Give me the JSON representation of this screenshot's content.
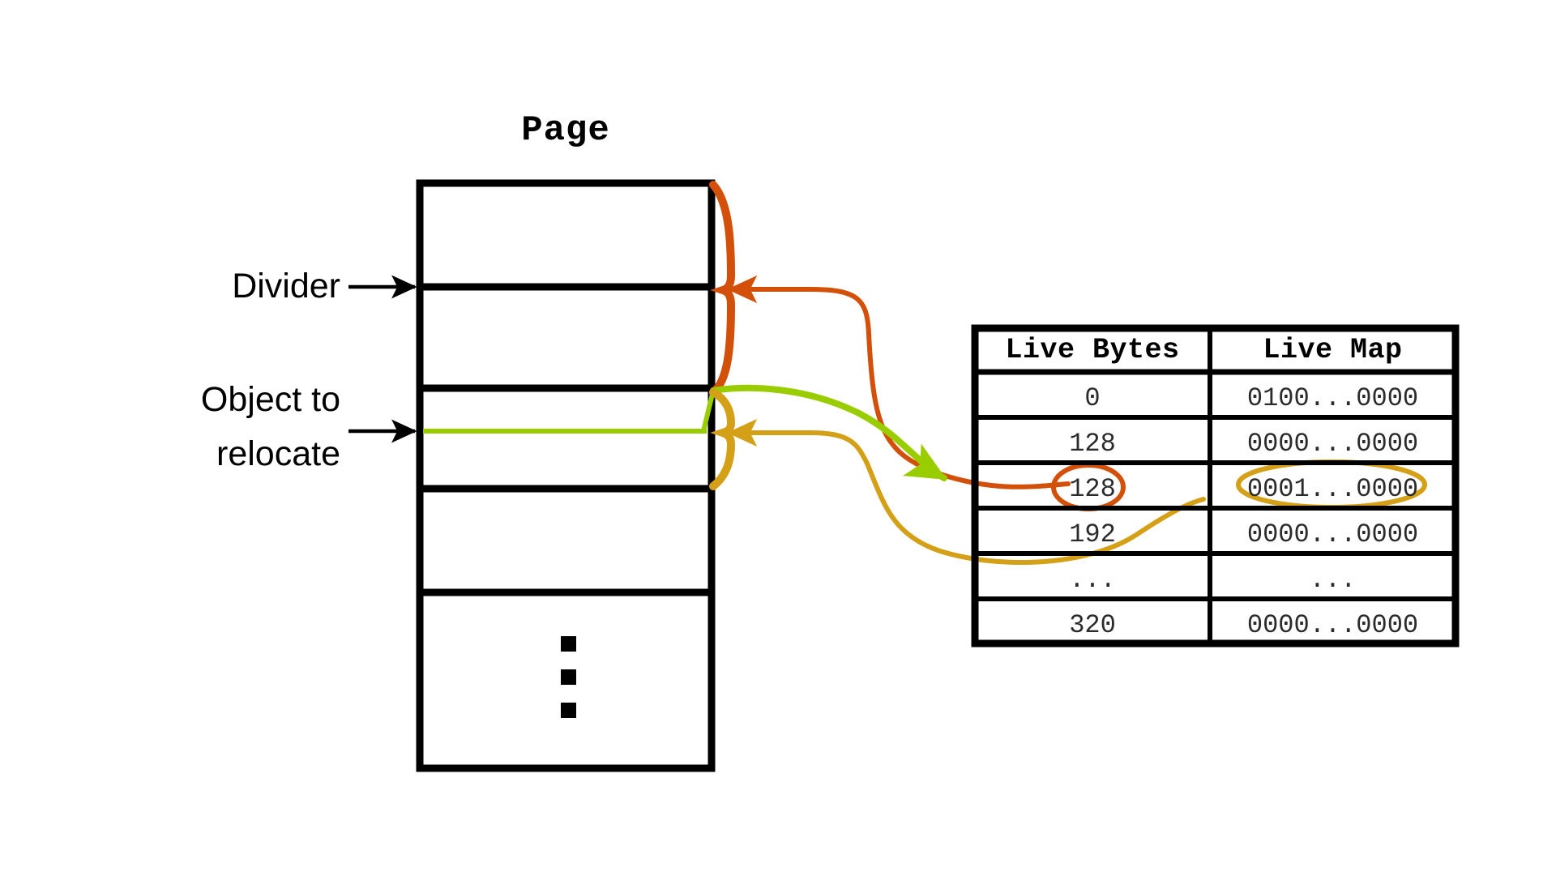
{
  "diagram": {
    "title": "Page",
    "labels": {
      "divider": "Divider",
      "object_to_relocate_line1": "Object to",
      "object_to_relocate_line2": "relocate",
      "page_ellipsis": "vertical-ellipsis"
    },
    "colors": {
      "page_outline": "#000000",
      "divider_line": "#000000",
      "object_line": "#9ACD00",
      "orange_brace": "#D2500A",
      "gold_brace": "#D4A017",
      "green_arrow": "#9ACD00",
      "table_border": "#000000",
      "text": "#000000"
    },
    "annotations": {
      "orange_highlight_target": "128",
      "gold_highlight_target": "0001...0000",
      "green_arrow_target_row": 3
    }
  },
  "table": {
    "name": "live-bytes-live-map-table",
    "headers": [
      "Live Bytes",
      "Live Map"
    ],
    "rows": [
      {
        "live_bytes": "0",
        "live_map": "0100...0000",
        "highlighted": false
      },
      {
        "live_bytes": "128",
        "live_map": "0000...0000",
        "highlighted": false
      },
      {
        "live_bytes": "128",
        "live_map": "0001...0000",
        "highlighted": true
      },
      {
        "live_bytes": "192",
        "live_map": "0000...0000",
        "highlighted": false
      },
      {
        "live_bytes": "...",
        "live_map": "...",
        "highlighted": false
      },
      {
        "live_bytes": "320",
        "live_map": "0000...0000",
        "highlighted": false
      }
    ]
  },
  "page_block": {
    "name": "page-memory-block",
    "segments": [
      {
        "index": 0,
        "label": ""
      },
      {
        "index": 1,
        "label": ""
      },
      {
        "index": 2,
        "label": ""
      },
      {
        "index": 3,
        "label": ""
      },
      {
        "index": 4,
        "label": ""
      }
    ]
  }
}
